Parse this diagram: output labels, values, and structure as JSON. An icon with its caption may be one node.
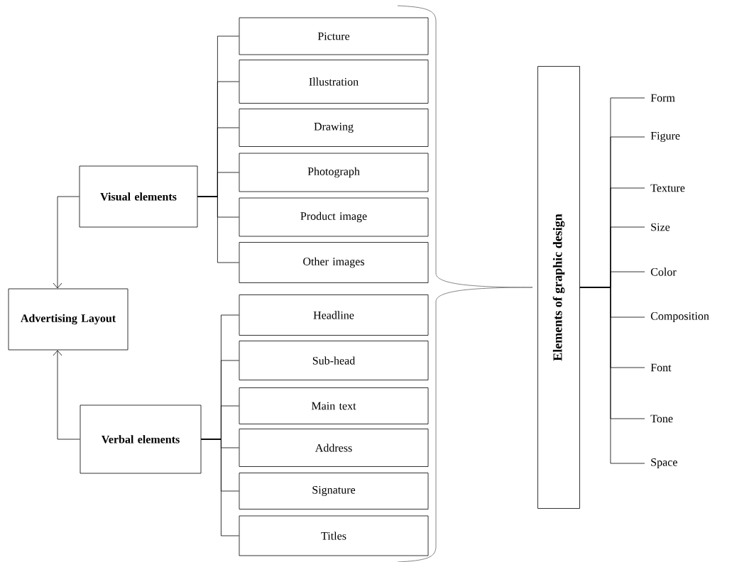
{
  "diagram": {
    "nodes": [
      {
        "text": [
          "Advertising Layout"
        ]
      },
      {
        "text": [
          "Visual elements"
        ]
      },
      {
        "text": [
          "Verbal elements"
        ]
      },
      {
        "text": [
          "Picture"
        ]
      },
      {
        "text": [
          "Illustration"
        ]
      },
      {
        "text": [
          "Drawing"
        ]
      },
      {
        "text": [
          "Photograph"
        ]
      },
      {
        "text": [
          "Product image"
        ]
      },
      {
        "text": [
          "Other images"
        ]
      },
      {
        "text": [
          "Headline"
        ]
      },
      {
        "text": [
          "Sub-head"
        ]
      },
      {
        "text": [
          "Main text"
        ]
      },
      {
        "text": [
          "Address"
        ]
      },
      {
        "text": [
          "Signature"
        ]
      },
      {
        "text": [
          "Titles"
        ]
      },
      {
        "text": [
          "Elements of graphic design"
        ]
      },
      {
        "text": [
          "Form"
        ]
      },
      {
        "text": [
          "Figure"
        ]
      },
      {
        "text": [
          "Texture"
        ]
      },
      {
        "text": [
          "Size"
        ]
      },
      {
        "text": [
          "Color"
        ]
      },
      {
        "text": [
          "Composition"
        ]
      },
      {
        "text": [
          "Font"
        ]
      },
      {
        "text": [
          "Tone"
        ]
      },
      {
        "text": [
          "Space"
        ]
      }
    ],
    "edges": [
      {
        "from": 1,
        "to": 0,
        "arrow": "to"
      },
      {
        "from": 2,
        "to": 0,
        "arrow": "to"
      },
      {
        "from": 1,
        "to": 3,
        "arrow": "none"
      },
      {
        "from": 1,
        "to": 4,
        "arrow": "none"
      },
      {
        "from": 1,
        "to": 5,
        "arrow": "none"
      },
      {
        "from": 1,
        "to": 6,
        "arrow": "none"
      },
      {
        "from": 1,
        "to": 7,
        "arrow": "none"
      },
      {
        "from": 1,
        "to": 8,
        "arrow": "none"
      },
      {
        "from": 2,
        "to": 9,
        "arrow": "none"
      },
      {
        "from": 2,
        "to": 10,
        "arrow": "none"
      },
      {
        "from": 2,
        "to": 11,
        "arrow": "none"
      },
      {
        "from": 2,
        "to": 12,
        "arrow": "none"
      },
      {
        "from": 2,
        "to": 13,
        "arrow": "none"
      },
      {
        "from": 2,
        "to": 14,
        "arrow": "none"
      },
      {
        "from": 15,
        "to": 16,
        "arrow": "none"
      },
      {
        "from": 15,
        "to": 17,
        "arrow": "none"
      },
      {
        "from": 15,
        "to": 18,
        "arrow": "none"
      },
      {
        "from": 15,
        "to": 19,
        "arrow": "none"
      },
      {
        "from": 15,
        "to": 20,
        "arrow": "none"
      },
      {
        "from": 15,
        "to": 21,
        "arrow": "none"
      },
      {
        "from": 15,
        "to": 22,
        "arrow": "none"
      },
      {
        "from": 15,
        "to": 23,
        "arrow": "none"
      },
      {
        "from": 15,
        "to": 24,
        "arrow": "none"
      }
    ]
  }
}
